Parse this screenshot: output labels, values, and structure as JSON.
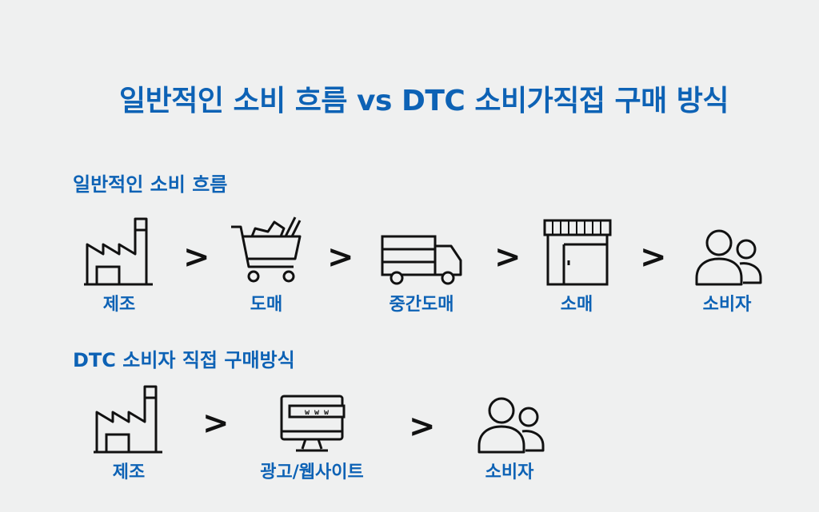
{
  "title": "일반적인 소비 흐름 vs  DTC 소비가직접 구매 방식",
  "colors": {
    "accent": "#0d62b5",
    "icon": "#111111",
    "background": "#eff0f0"
  },
  "sections": [
    {
      "heading": "일반적인 소비 흐름",
      "steps": [
        {
          "label": "제조",
          "icon": "factory-icon"
        },
        {
          "label": "도매",
          "icon": "shopping-cart-icon"
        },
        {
          "label": "중간도매",
          "icon": "delivery-truck-icon"
        },
        {
          "label": "소매",
          "icon": "store-icon"
        },
        {
          "label": "소비자",
          "icon": "consumers-icon"
        }
      ],
      "separator": ">"
    },
    {
      "heading": "DTC 소비자 직접 구매방식",
      "steps": [
        {
          "label": "제조",
          "icon": "factory-icon"
        },
        {
          "label": "광고/웹사이트",
          "icon": "website-monitor-icon",
          "icon_text": "w w w"
        },
        {
          "label": "소비자",
          "icon": "consumers-icon"
        }
      ],
      "separator": ">"
    }
  ]
}
